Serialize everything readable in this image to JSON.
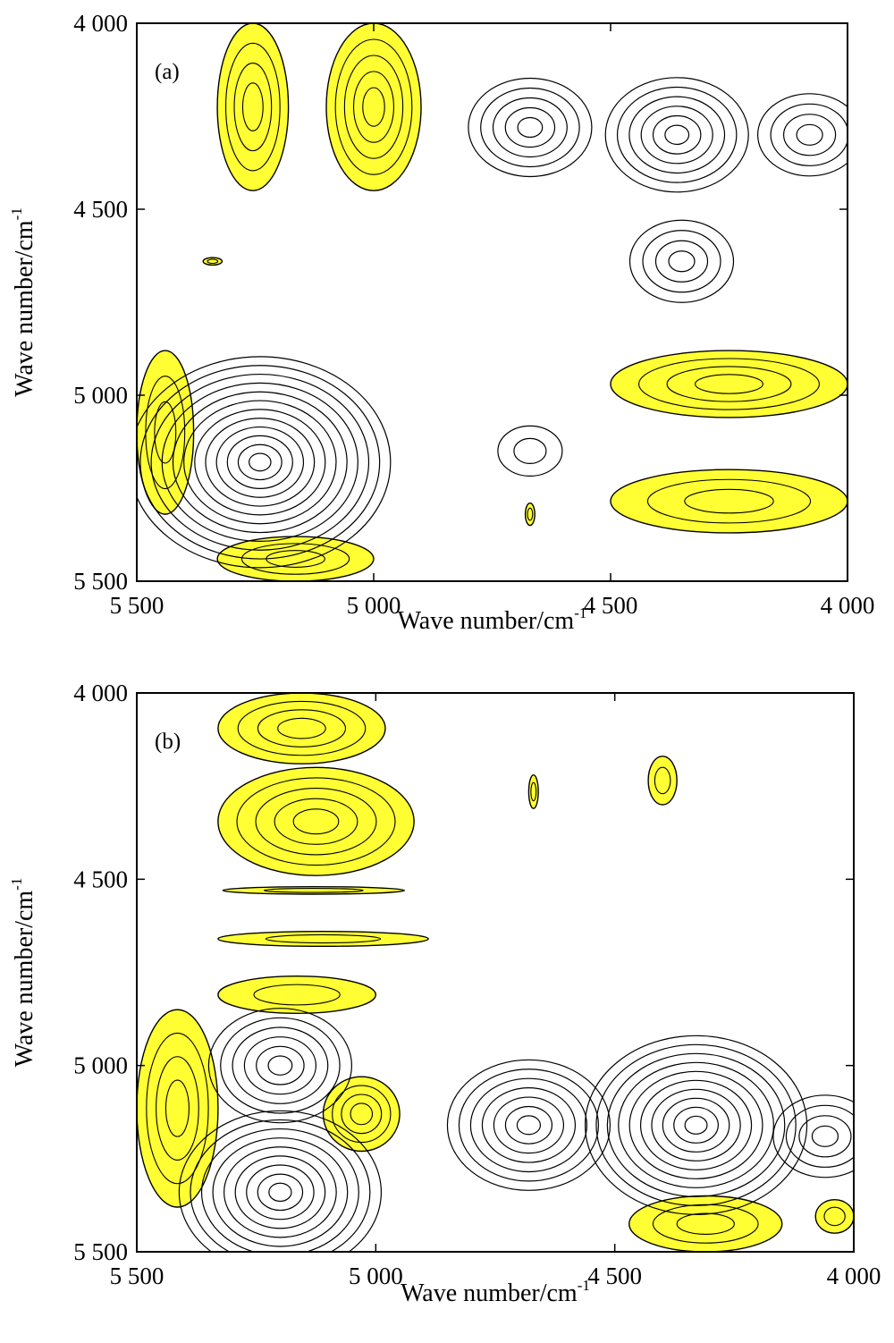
{
  "colors": {
    "positive_fill": "#FFFF33",
    "contour_line": "#000000",
    "frame": "#000000",
    "background": "#FFFFFF"
  },
  "chart_data": [
    {
      "type": "heatmap",
      "subtype": "2D correlation contour map",
      "panel_label": "(a)",
      "xlabel": "Wave number/cm",
      "xlabel_sup": "-1",
      "ylabel": "Wave number/cm",
      "ylabel_sup": "-1",
      "xlim": [
        5500,
        4000
      ],
      "ylim": [
        4000,
        5500
      ],
      "x_ticks": [
        5500,
        5000,
        4500,
        4000
      ],
      "x_tick_labels": [
        "5 500",
        "5 000",
        "4 500",
        "4 000"
      ],
      "y_ticks": [
        4000,
        4500,
        5000,
        5500
      ],
      "y_tick_labels": [
        "4 000",
        "4 500",
        "5 000",
        "5 500"
      ],
      "grid": false,
      "positive_regions": [
        {
          "x": [
            5330,
            5180
          ],
          "y": [
            4000,
            4450
          ]
        },
        {
          "x": [
            5100,
            4900
          ],
          "y": [
            4000,
            4450
          ]
        },
        {
          "x": [
            5360,
            5320
          ],
          "y": [
            4630,
            4650
          ]
        },
        {
          "x": [
            5500,
            5380
          ],
          "y": [
            4880,
            5320
          ]
        },
        {
          "x": [
            5330,
            5000
          ],
          "y": [
            5380,
            5500
          ]
        },
        {
          "x": [
            4500,
            4000
          ],
          "y": [
            4880,
            5060
          ]
        },
        {
          "x": [
            4500,
            4000
          ],
          "y": [
            5200,
            5370
          ]
        },
        {
          "x": [
            4680,
            4660
          ],
          "y": [
            5290,
            5350
          ]
        }
      ],
      "negative_peaks": [
        {
          "x": 5240,
          "y": 5180,
          "levels": 12
        },
        {
          "x": 4670,
          "y": 4280,
          "levels": 5
        },
        {
          "x": 4360,
          "y": 4300,
          "levels": 6
        },
        {
          "x": 4080,
          "y": 4300,
          "levels": 4
        },
        {
          "x": 4350,
          "y": 4640,
          "levels": 4
        },
        {
          "x": 4670,
          "y": 5150,
          "levels": 2
        }
      ]
    },
    {
      "type": "heatmap",
      "subtype": "2D correlation contour map",
      "panel_label": "(b)",
      "xlabel": "Wave number/cm",
      "xlabel_sup": "-1",
      "ylabel": "Wave number/cm",
      "ylabel_sup": "-1",
      "xlim": [
        5500,
        4000
      ],
      "ylim": [
        4000,
        5500
      ],
      "x_ticks": [
        5500,
        5000,
        4500,
        4000
      ],
      "x_tick_labels": [
        "5 500",
        "5 000",
        "4 500",
        "4 000"
      ],
      "y_ticks": [
        4000,
        4500,
        5000,
        5500
      ],
      "y_tick_labels": [
        "4 000",
        "4 500",
        "5 000",
        "5 500"
      ],
      "grid": false,
      "positive_regions": [
        {
          "x": [
            5330,
            4980
          ],
          "y": [
            4000,
            4190
          ]
        },
        {
          "x": [
            5330,
            4920
          ],
          "y": [
            4200,
            4490
          ]
        },
        {
          "x": [
            5320,
            4940
          ],
          "y": [
            4520,
            4540
          ]
        },
        {
          "x": [
            5330,
            4890
          ],
          "y": [
            4640,
            4680
          ]
        },
        {
          "x": [
            5500,
            5330
          ],
          "y": [
            4850,
            5380
          ]
        },
        {
          "x": [
            5330,
            5000
          ],
          "y": [
            4760,
            4860
          ]
        },
        {
          "x": [
            5110,
            4950
          ],
          "y": [
            5030,
            5230
          ]
        },
        {
          "x": [
            4470,
            4150
          ],
          "y": [
            5350,
            5500
          ]
        },
        {
          "x": [
            4080,
            4000
          ],
          "y": [
            5360,
            5450
          ]
        },
        {
          "x": [
            4430,
            4370
          ],
          "y": [
            4170,
            4300
          ]
        },
        {
          "x": [
            4680,
            4660
          ],
          "y": [
            4220,
            4310
          ]
        }
      ],
      "negative_peaks": [
        {
          "x": 5200,
          "y": 5000,
          "levels": 6
        },
        {
          "x": 5200,
          "y": 5340,
          "levels": 9
        },
        {
          "x": 4680,
          "y": 5160,
          "levels": 7
        },
        {
          "x": 4330,
          "y": 5160,
          "levels": 10
        },
        {
          "x": 4060,
          "y": 5190,
          "levels": 4
        }
      ]
    }
  ]
}
